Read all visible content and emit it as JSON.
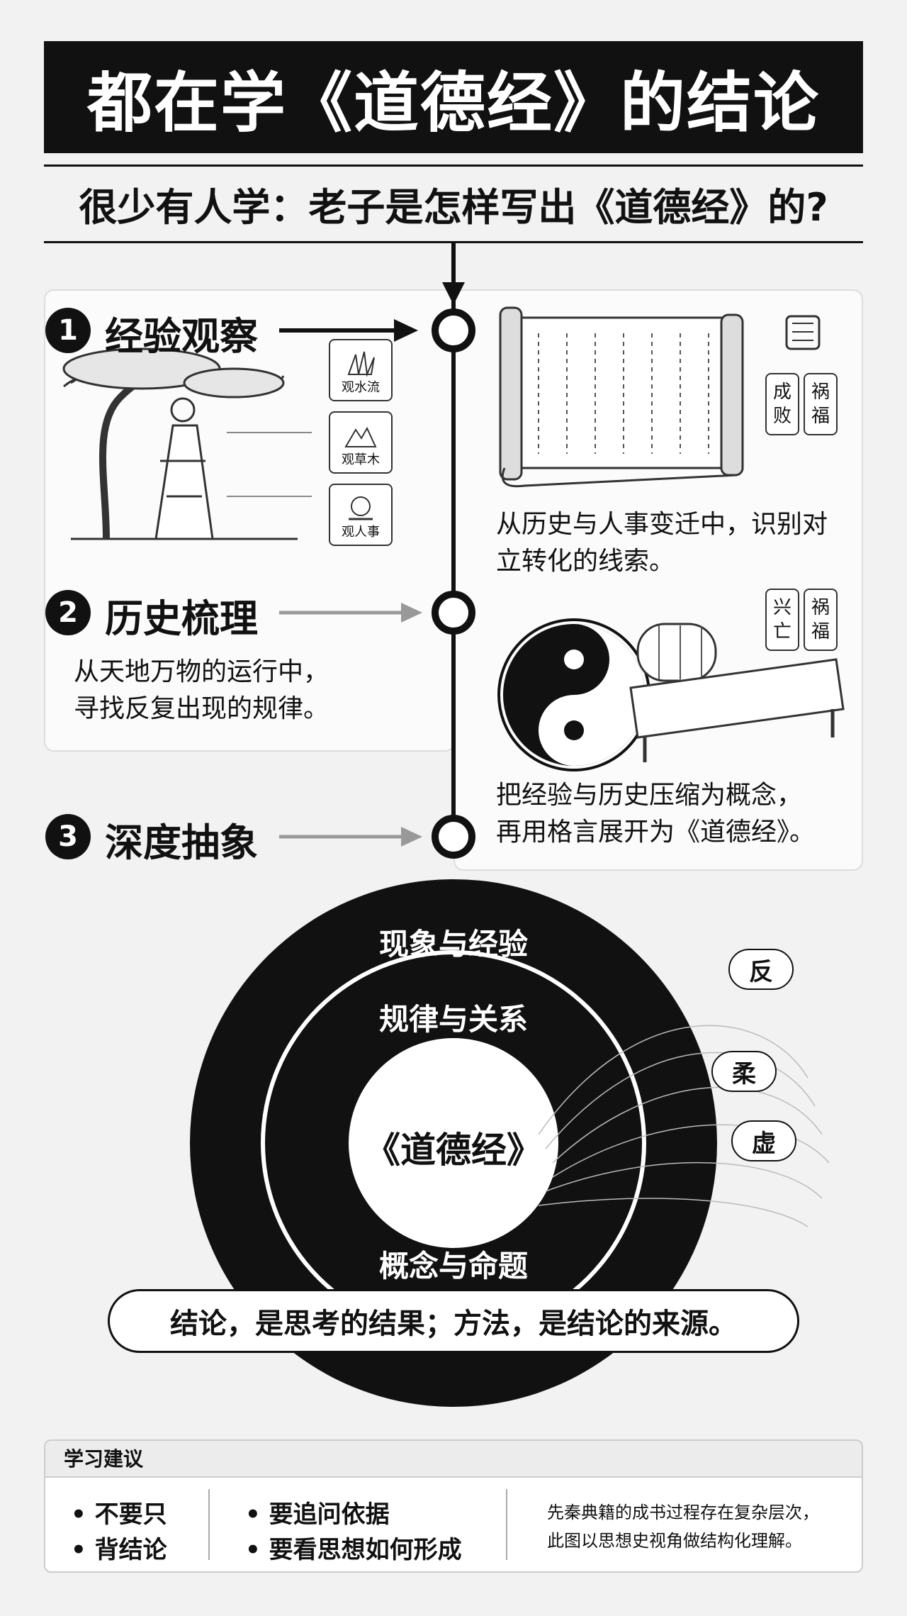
{
  "header": {
    "title": "都在学《道德经》的结论",
    "subtitle": "很少有人学：老子是怎样写出《道德经》的?"
  },
  "steps": [
    {
      "num": "1",
      "title": "经验观察"
    },
    {
      "num": "2",
      "title": "历史梳理"
    },
    {
      "num": "3",
      "title": "深度抽象"
    }
  ],
  "observations": [
    "观水流",
    "观草木",
    "观人事"
  ],
  "texts": {
    "left_panel": [
      "从天地万物的运行中，",
      "寻找反复出现的规律。"
    ],
    "right_top": [
      "从历史与人事变迁中，识别对",
      "立转化的线索。"
    ],
    "right_bottom": [
      "把经验与历史压缩为概念，",
      "再用格言展开为《道德经》。"
    ]
  },
  "seals": {
    "top": [
      [
        "成",
        "败"
      ],
      [
        "祸",
        "福"
      ]
    ],
    "bottom": [
      [
        "兴",
        "亡"
      ],
      [
        "祸",
        "福"
      ]
    ]
  },
  "rings": {
    "outer": "现象与经验",
    "middle": "规律与关系",
    "center": "《道德经》",
    "bottom": "概念与命题"
  },
  "keywords": [
    "反",
    "柔",
    "虚"
  ],
  "conclusion": "结论，是思考的结果；方法，是结论的来源。",
  "advice": {
    "heading": "学习建议",
    "col1": [
      "不要只",
      "背结论"
    ],
    "col2": [
      "要追问依据",
      "要看思想如何形成"
    ],
    "note": [
      "先秦典籍的成书过程存在复杂层次，",
      "此图以思想史视角做结构化理解。"
    ]
  },
  "colors": {
    "ink": "#111111",
    "background": "#f2f2f2",
    "arrow_gray": "#999999"
  }
}
